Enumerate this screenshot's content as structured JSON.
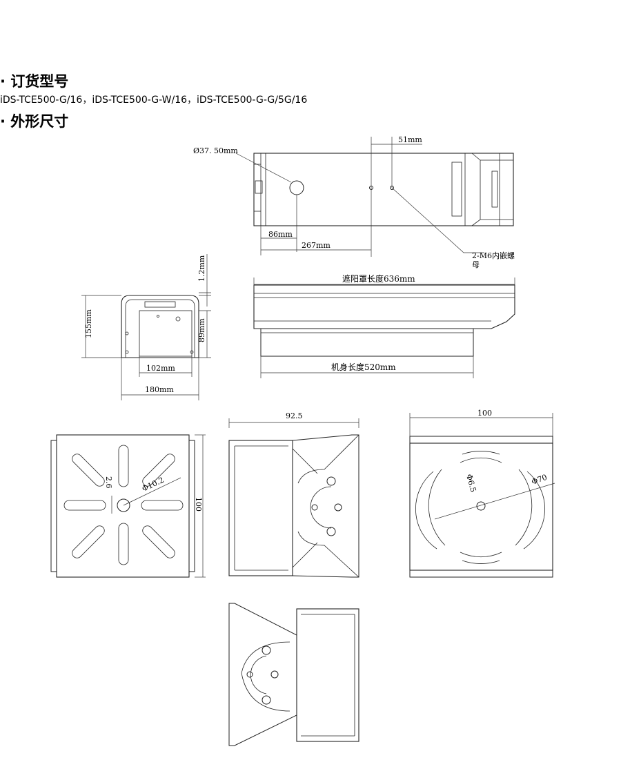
{
  "sections": {
    "ordering": {
      "bullet": "·",
      "title": "订货型号"
    },
    "dimensions": {
      "bullet": "·",
      "title": "外形尺寸"
    }
  },
  "models_text": "iDS-TCE500-G/16，iDS-TCE500-G-W/16，iDS-TCE500-G-G/5G/16",
  "drawing": {
    "top_view": {
      "diameter": "Ø37. 50mm",
      "d51": "51mm",
      "d86": "86mm",
      "d267": "267mm",
      "mount_note_1": "2-M6内嵌螺",
      "mount_note_2": "母"
    },
    "side_view": {
      "d12": "1.2mm",
      "shade_length": "遮阳罩长度636mm",
      "body_length": "机身长度520mm"
    },
    "front_view": {
      "d155": "155mm",
      "d89": "89mm",
      "d102": "102mm",
      "d180": "180mm"
    },
    "bracket": {
      "d92_5": "92.5",
      "d100_top": "100",
      "d100_side": "100",
      "d26": "2.6",
      "d10_2": "Φ10.2",
      "d6_5": "Φ6.5",
      "d70": "Φ70"
    }
  }
}
